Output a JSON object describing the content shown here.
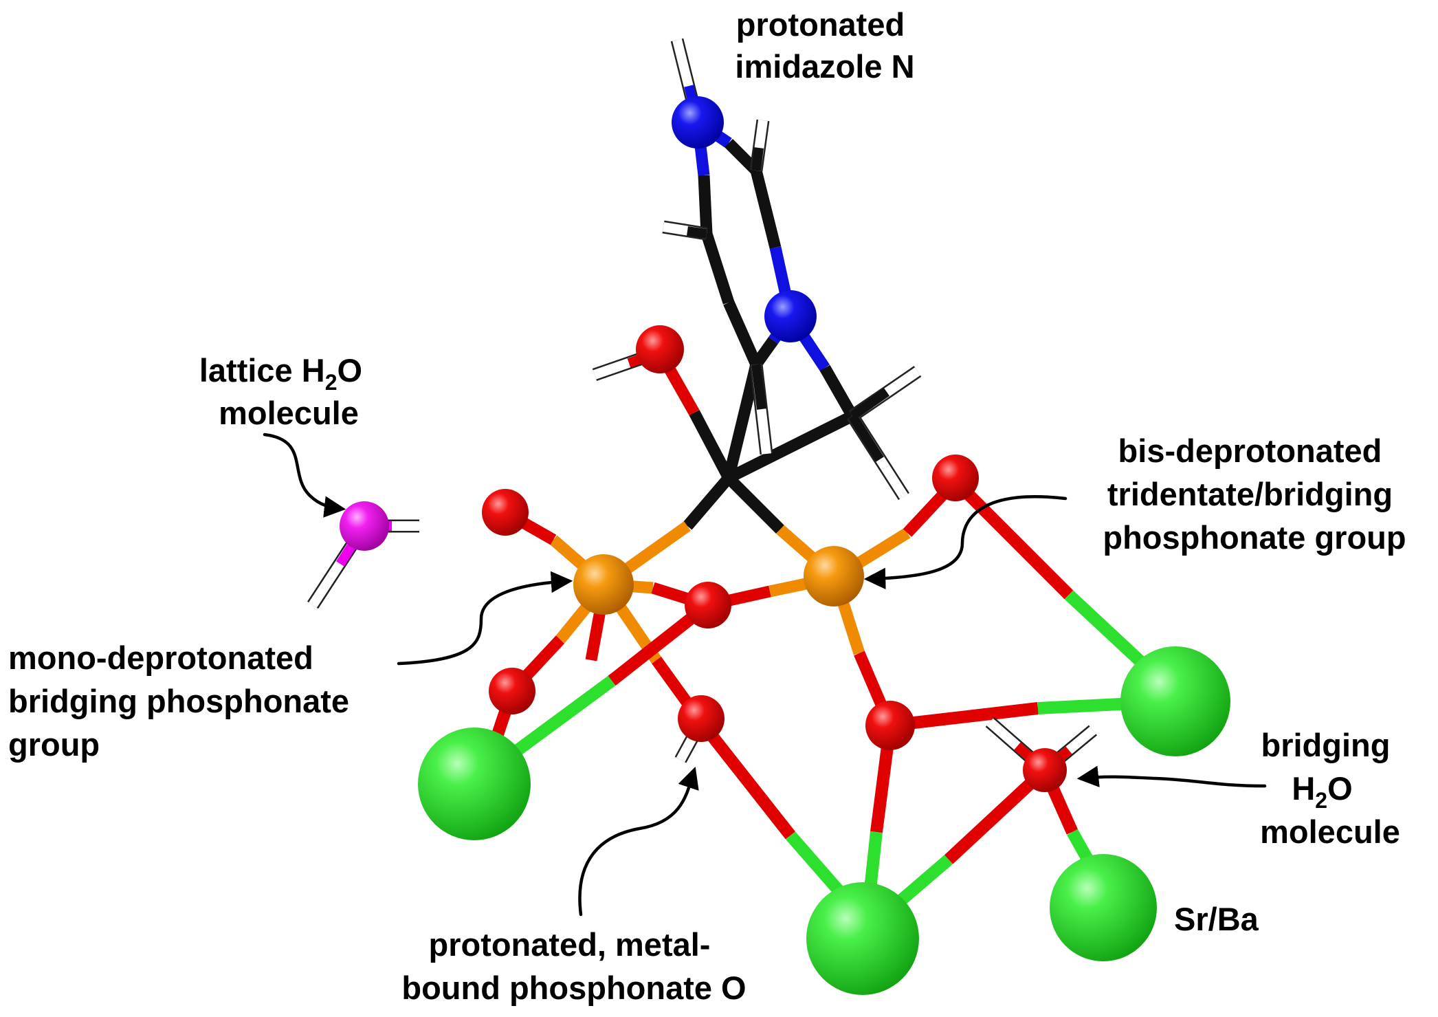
{
  "labels": {
    "imidazole": [
      "protonated",
      "imidazole N"
    ],
    "lattice_water": {
      "line1_pre": "lattice H",
      "line1_sub": "2",
      "line1_post": "O",
      "line2": "molecule"
    },
    "bis_deprotonated": [
      "bis-deprotonated",
      "tridentate/bridging",
      "phosphonate group"
    ],
    "mono_deprotonated": [
      "mono-deprotonated",
      "bridging phosphonate",
      "group"
    ],
    "bridging_water": {
      "line1": "bridging",
      "line2_pre": "H",
      "line2_sub": "2",
      "line2_post": "O",
      "line3": "molecule"
    },
    "metal": "Sr/Ba",
    "phosphonate_o": [
      "protonated, metal-",
      "bound phosphonate O"
    ]
  },
  "colors": {
    "carbon": "#111111",
    "nitrogen": "#1010e0",
    "oxygen": "#e00000",
    "phosphorus": "#f08a00",
    "metal": "#2de02d",
    "hydrogen": "#ffffff",
    "lattice_oxygen": "#ee00ee"
  }
}
